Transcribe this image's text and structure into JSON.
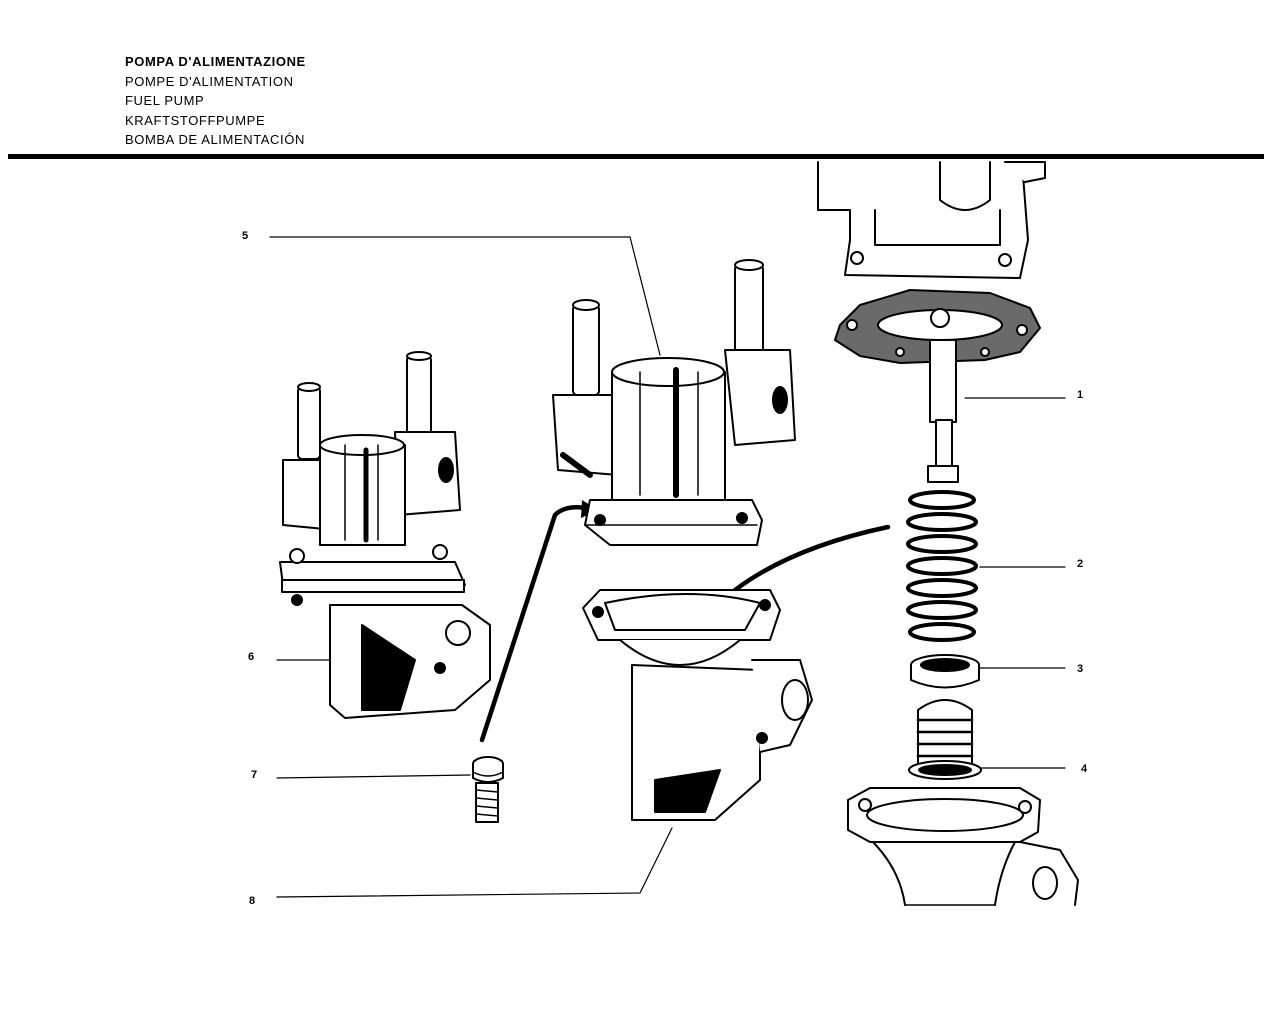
{
  "header": {
    "titles": [
      "POMPA D'ALIMENTAZIONE",
      "POMPE D'ALIMENTATION",
      "FUEL PUMP",
      "KRAFTSTOFFPUMPE",
      "BOMBA DE ALIMENTACIÓN"
    ]
  },
  "callouts": [
    "1",
    "2",
    "3",
    "4",
    "5",
    "6",
    "7",
    "8"
  ],
  "colors": {
    "ink": "#000000",
    "paper": "#ffffff",
    "gasket": "#6a6a6a"
  }
}
